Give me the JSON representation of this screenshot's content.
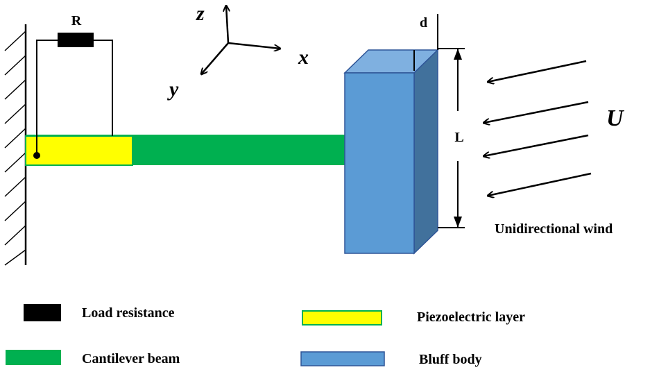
{
  "labels": {
    "resistor": "R",
    "axis_z": "z",
    "axis_x": "x",
    "axis_y": "y",
    "gap": "d",
    "length": "L",
    "wind_speed": "U",
    "wind_caption": "Unidirectional wind"
  },
  "legend": [
    {
      "label": "Load resistance",
      "color": "#000000"
    },
    {
      "label": "Cantilever beam",
      "color": "#00B050"
    },
    {
      "label": "Piezoelectric layer",
      "color": "#FFFF00"
    },
    {
      "label": "Bluff body",
      "color": "#5B9BD5"
    }
  ],
  "colors": {
    "beam": "#00B050",
    "piezo": "#FFFF00",
    "bluff_front": "#5B9BD5",
    "bluff_top": "#7FB0E0",
    "bluff_side": "#41719C",
    "ink": "#000000"
  }
}
